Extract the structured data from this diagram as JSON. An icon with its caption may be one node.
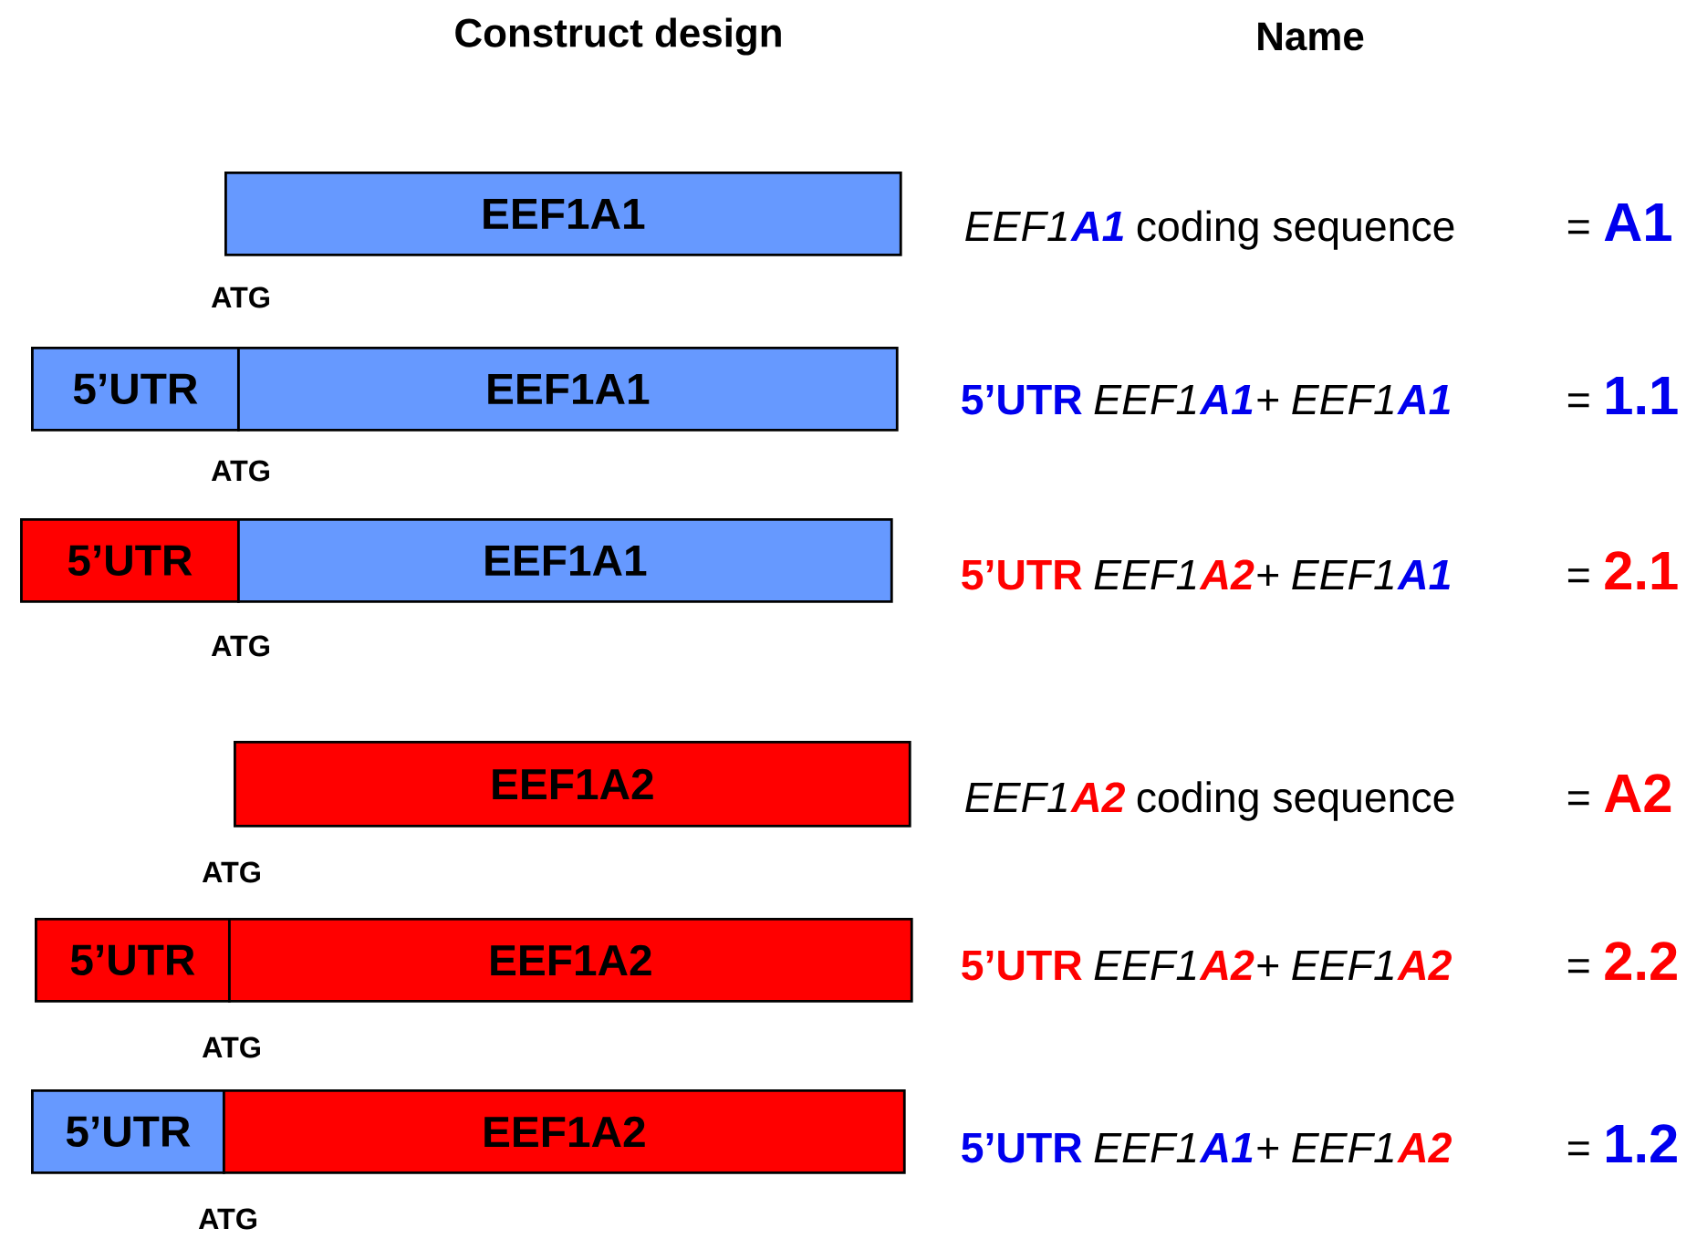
{
  "diagram": {
    "nodes": [
      {
        "text": [
          "EEF1A1"
        ]
      },
      {
        "text": [
          "5’UTR"
        ]
      },
      {
        "text": [
          "EEF1A1"
        ]
      },
      {
        "text": [
          "5’UTR"
        ]
      },
      {
        "text": [
          "EEF1A1"
        ]
      },
      {
        "text": [
          "EEF1A2"
        ]
      },
      {
        "text": [
          "5’UTR"
        ]
      },
      {
        "text": [
          "EEF1A2"
        ]
      },
      {
        "text": [
          "5’UTR"
        ]
      },
      {
        "text": [
          "EEF1A2"
        ]
      }
    ],
    "labels": [
      "Construct design",
      "Name",
      "EEF1",
      "A1",
      "coding sequence",
      "=",
      "A1",
      "ATG",
      "5’UTR",
      "EEF1",
      "A1",
      "+",
      "EEF1",
      "A1",
      "=",
      "1.1",
      "ATG",
      "5’UTR",
      "EEF1",
      "A2",
      "+",
      "EEF1",
      "A1",
      "=",
      "2.1",
      "ATG",
      "EEF1",
      "A2",
      "coding sequence",
      "=",
      "A2",
      "ATG",
      "5’UTR",
      "EEF1",
      "A2",
      "+",
      "EEF1",
      "A2",
      "=",
      "2.2",
      "ATG",
      "5’UTR",
      "EEF1",
      "A1",
      "+",
      "EEF1",
      "A2",
      "=",
      "1.2",
      "ATG"
    ]
  }
}
